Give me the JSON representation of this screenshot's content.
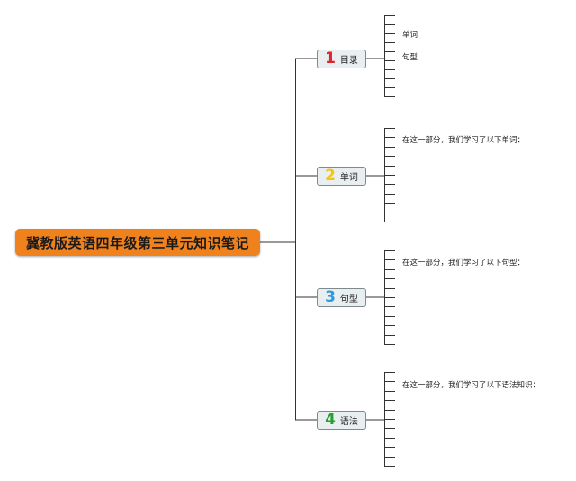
{
  "root": {
    "title": "冀教版英语四年级第三单元知识笔记"
  },
  "branches": [
    {
      "number": "1",
      "label": "目录",
      "number_color": "#e0242b"
    },
    {
      "number": "2",
      "label": "单词",
      "number_color": "#f2c618"
    },
    {
      "number": "3",
      "label": "句型",
      "number_color": "#2e9be0"
    },
    {
      "number": "4",
      "label": "语法",
      "number_color": "#27a02c"
    }
  ],
  "leaves": {
    "toc_1": "单词",
    "toc_2": "句型",
    "words_intro": "在这一部分，我们学习了以下单词：",
    "sentences_intro": "在这一部分，我们学习了以下句型：",
    "grammar_intro": "在这一部分，我们学习了以下语法知识："
  },
  "colors": {
    "root_fill": "#f0821e",
    "connector": "#333333",
    "branch_fill": "#e9eef0"
  }
}
